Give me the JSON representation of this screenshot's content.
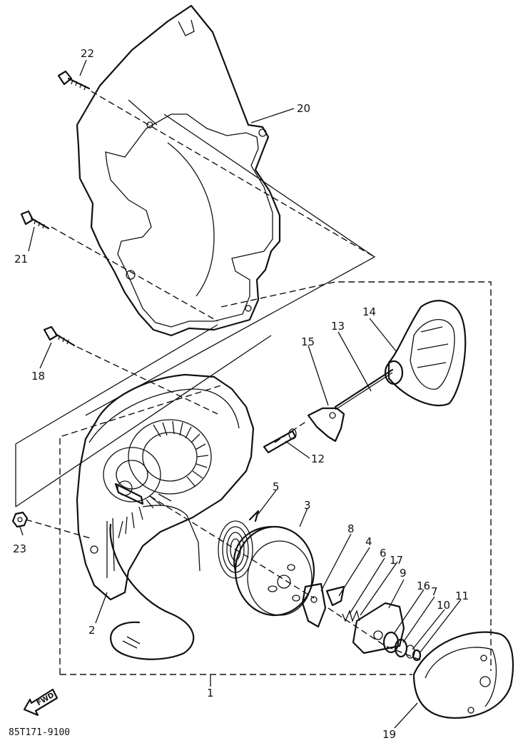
{
  "diagram": {
    "labels": [
      {
        "id": "l1",
        "text": "1"
      },
      {
        "id": "l2",
        "text": "2"
      },
      {
        "id": "l3",
        "text": "3"
      },
      {
        "id": "l4",
        "text": "4"
      },
      {
        "id": "l5",
        "text": "5"
      },
      {
        "id": "l6",
        "text": "6"
      },
      {
        "id": "l7",
        "text": "7"
      },
      {
        "id": "l8",
        "text": "8"
      },
      {
        "id": "l9",
        "text": "9"
      },
      {
        "id": "l10",
        "text": "10"
      },
      {
        "id": "l11",
        "text": "11"
      },
      {
        "id": "l12",
        "text": "12"
      },
      {
        "id": "l13",
        "text": "13"
      },
      {
        "id": "l14",
        "text": "14"
      },
      {
        "id": "l15",
        "text": "15"
      },
      {
        "id": "l16",
        "text": "16"
      },
      {
        "id": "l17",
        "text": "17"
      },
      {
        "id": "l18",
        "text": "18"
      },
      {
        "id": "l19",
        "text": "19"
      },
      {
        "id": "l20",
        "text": "20"
      },
      {
        "id": "l21",
        "text": "21"
      },
      {
        "id": "l22",
        "text": "22"
      },
      {
        "id": "l23",
        "text": "23"
      }
    ],
    "direction_arrow": "FWD",
    "drawing_code": "85T171-9100"
  }
}
